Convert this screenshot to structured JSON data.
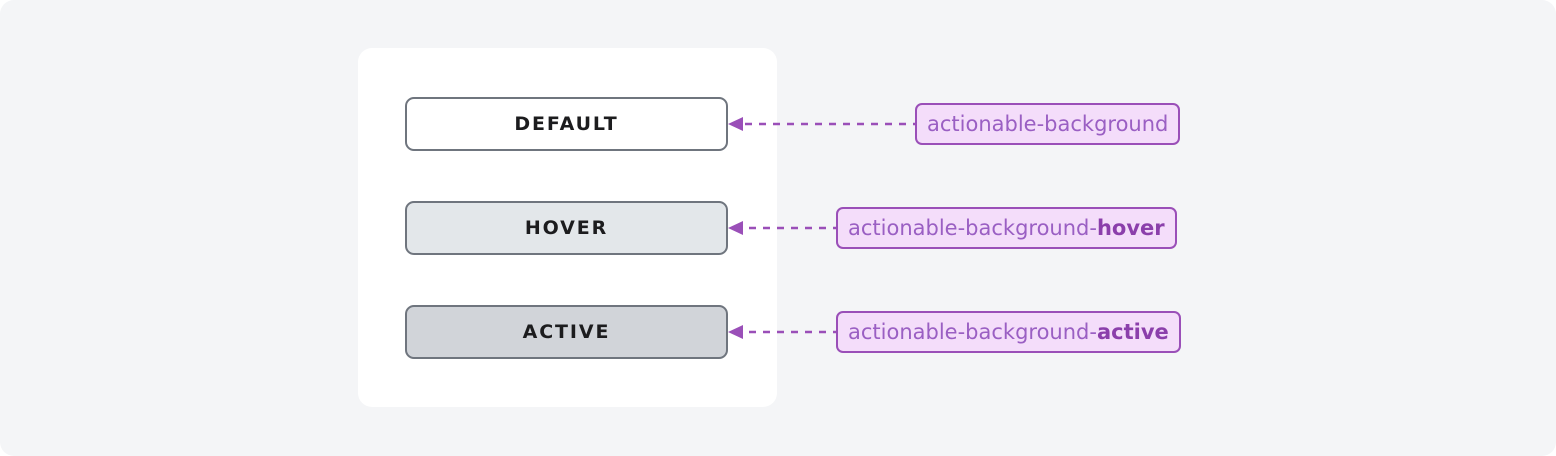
{
  "canvas": {
    "background_color": "#f4f5f7",
    "card_background_color": "#ffffff"
  },
  "states": [
    {
      "id": "default",
      "button_label": "DEFAULT",
      "button_fill": "#ffffff",
      "button_border": "#6f757e",
      "token_prefix": "actionable-background",
      "token_suffix": "",
      "token_fill": "#f4ddfa",
      "token_border": "#9a4fb8",
      "token_text_color": "#9a5fc3"
    },
    {
      "id": "hover",
      "button_label": "HOVER",
      "button_fill": "#e3e7ea",
      "button_border": "#6f757e",
      "token_prefix": "actionable-background-",
      "token_suffix": "hover",
      "token_fill": "#f4ddfa",
      "token_border": "#9a4fb8",
      "token_text_color": "#9a5fc3"
    },
    {
      "id": "active",
      "button_label": "ACTIVE",
      "button_fill": "#d1d4d9",
      "button_border": "#6f757e",
      "token_prefix": "actionable-background-",
      "token_suffix": "active",
      "token_fill": "#f4ddfa",
      "token_border": "#9a4fb8",
      "token_text_color": "#9a5fc3"
    }
  ],
  "connector": {
    "icon": "dashed-arrow-left-icon",
    "color": "#9a4fb8"
  }
}
